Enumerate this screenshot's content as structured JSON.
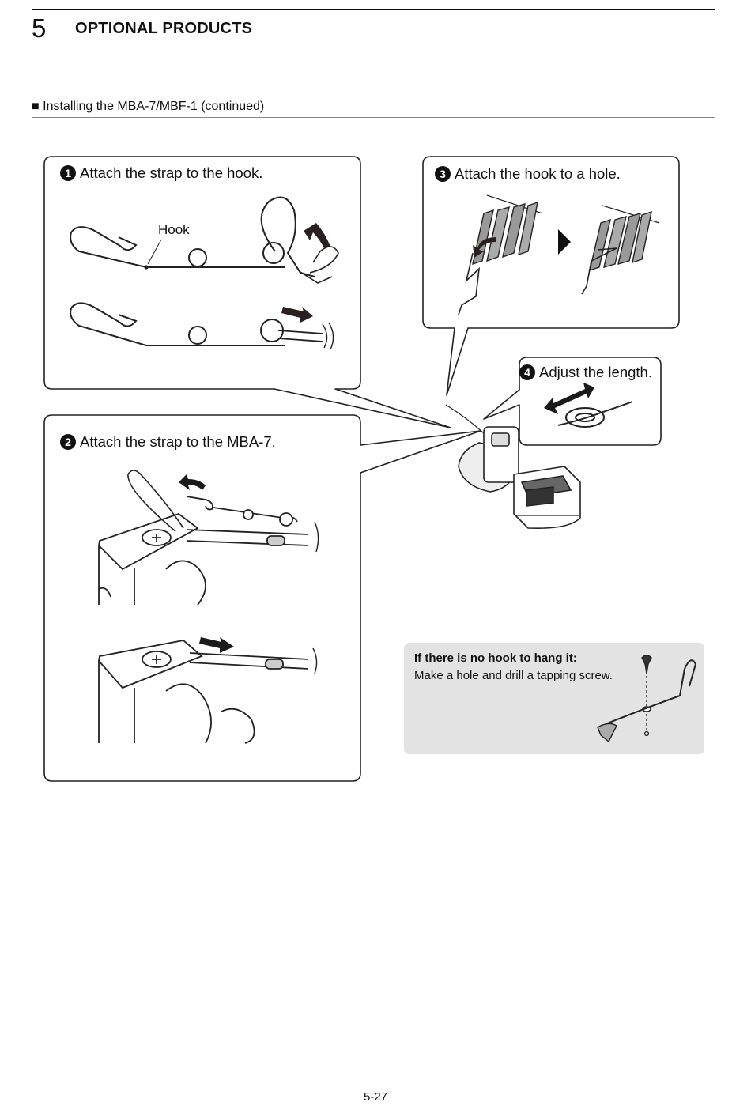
{
  "header": {
    "chapter_number": "5",
    "chapter_title": "OPTIONAL PRODUCTS"
  },
  "section": {
    "bullet": "■",
    "title": "Installing the MBA-7/MBF-1 (continued)"
  },
  "steps": [
    {
      "number": "1",
      "text": "Attach the strap to the hook."
    },
    {
      "number": "2",
      "text": "Attach the strap to the MBA-7."
    },
    {
      "number": "3",
      "text": "Attach the hook to a hole."
    },
    {
      "number": "4",
      "text": "Adjust the length."
    }
  ],
  "labels": {
    "hook": "Hook"
  },
  "note": {
    "title": "If there is no hook to hang it:",
    "body": "Make a hole and drill a tapping screw."
  },
  "footer": {
    "page_number": "5-27"
  }
}
